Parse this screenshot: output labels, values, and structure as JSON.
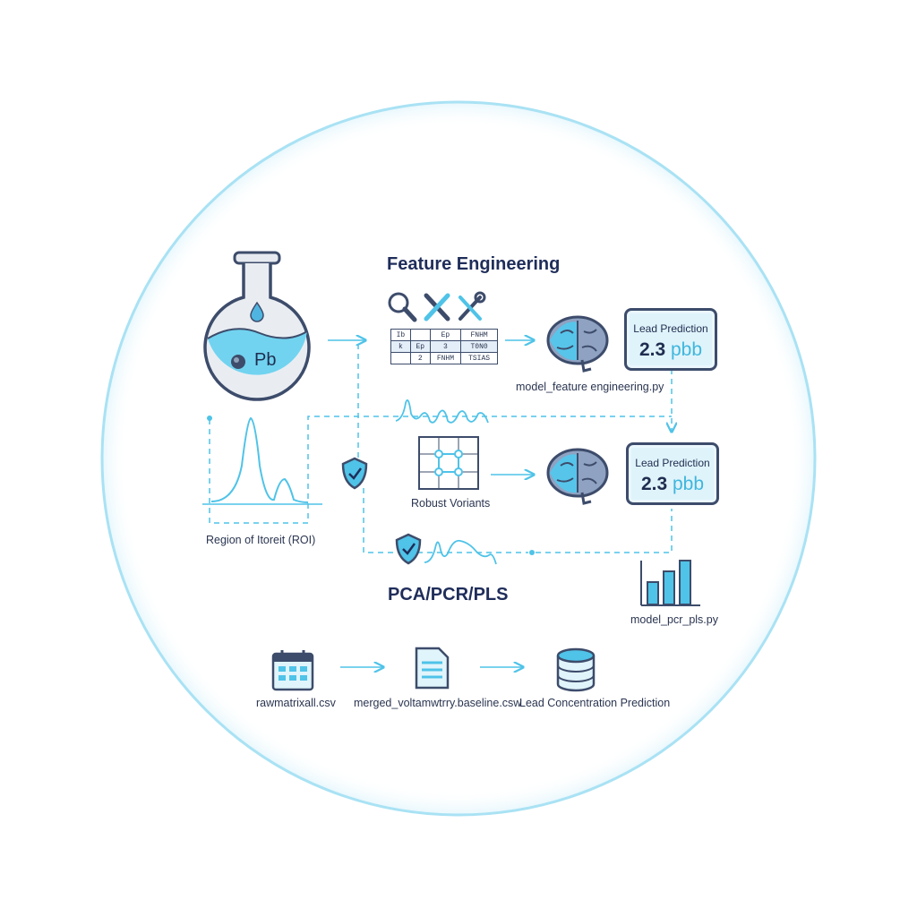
{
  "feature_engineering": {
    "title": "Feature Engineering",
    "table_rows": [
      [
        "Ib",
        "",
        "Ep",
        "FNHM"
      ],
      [
        "k",
        "Ep",
        "3",
        "T0N0"
      ],
      [
        "",
        "2",
        "FNHM",
        "TSIAS"
      ]
    ],
    "script": "model_feature engineering.py"
  },
  "flask": {
    "element": "Pb"
  },
  "predictions": [
    {
      "title": "Lead Prediction",
      "value": "2.3",
      "unit": "pbb"
    },
    {
      "title": "Lead Prediction",
      "value": "2.3",
      "unit": "pbb"
    }
  ],
  "roi_label": "Region of Itoreit (ROI)",
  "robust_label": "Robust Voriants",
  "pca_title": "PCA/PCR/PLS",
  "pca_script": "model_pcr_pls.py",
  "pipeline": {
    "raw": "rawmatrixall.csv",
    "merged": "merged_voltamwtrry.baseline.csw",
    "result": "Lead Concentration Prediction"
  },
  "colors": {
    "accent": "#4fc3e8",
    "dark": "#3d4c6b",
    "navy": "#1f2d5a",
    "ring": "#a9e2f4"
  },
  "icons": [
    "flask-icon",
    "search-icon",
    "tools-icon",
    "wrench-icon",
    "brain-icon",
    "shield-check-icon",
    "network-grid-icon",
    "bar-chart-icon",
    "calendar-icon",
    "document-icon",
    "database-icon"
  ]
}
